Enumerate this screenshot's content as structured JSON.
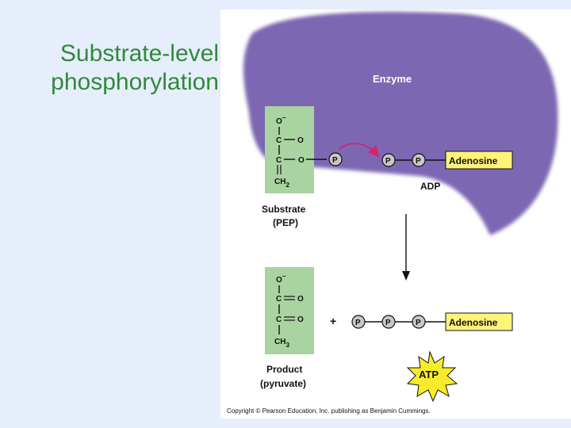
{
  "slide": {
    "title_line1": "Substrate-level",
    "title_line2": "phosphorylation"
  },
  "figure": {
    "enzyme_label": "Enzyme",
    "adp_label": "ADP",
    "adenosine_label": "Adenosine",
    "phosphate_symbol": "P",
    "plus_sign": "+",
    "substrate_label_line1": "Substrate",
    "substrate_label_line2": "(PEP)",
    "product_label_line1": "Product",
    "product_label_line2": "(pyruvate)",
    "atp_label": "ATP",
    "copyright": "Copyright © Pearson Education, Inc. publishing as Benjamin Cummings.",
    "substrate_structure": {
      "o_minus": "O",
      "minus": "−",
      "c": "C",
      "o": "O",
      "ch": "CH",
      "sub": "2"
    },
    "product_structure": {
      "o_minus": "O",
      "minus": "−",
      "c": "C",
      "o": "O",
      "ch": "CH",
      "sub": "3"
    }
  },
  "colors": {
    "enzyme_purple": "#7b68b2",
    "molecule_green": "#a9d3a0",
    "adenosine_yellow": "#fff37a",
    "phosphate_fill": "#c8c8c8",
    "atp_burst": "#f6ec2a",
    "arrow_magenta": "#d4246e",
    "title_green": "#2f8a3a"
  }
}
